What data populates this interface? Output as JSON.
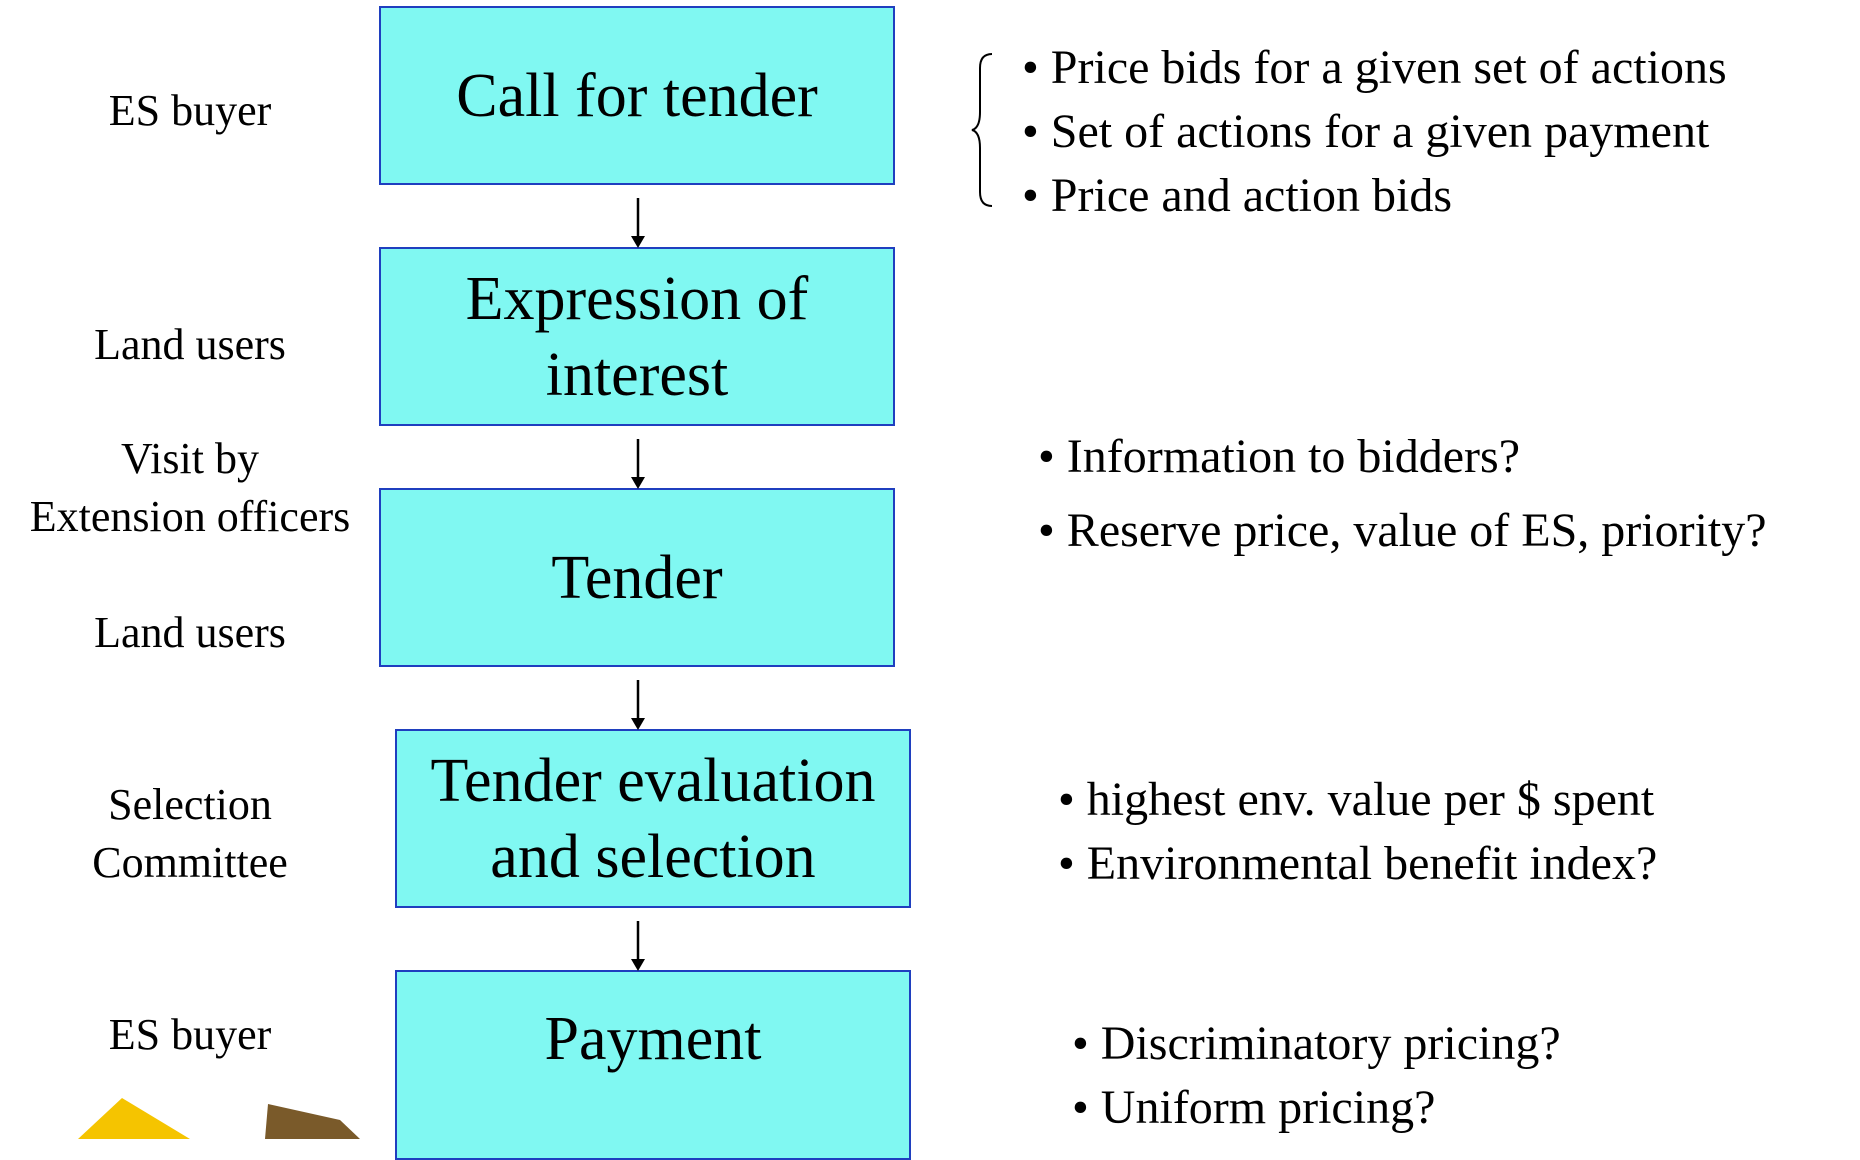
{
  "steps": [
    {
      "title": "Call for tender"
    },
    {
      "title": "Expression of\ninterest"
    },
    {
      "title": "Tender"
    },
    {
      "title": "Tender evaluation\nand selection"
    },
    {
      "title": "Payment"
    }
  ],
  "roles": [
    {
      "text": "ES buyer"
    },
    {
      "text": "Land users"
    },
    {
      "text": "Visit by\nExtension officers"
    },
    {
      "text": "Land users"
    },
    {
      "text": "Selection\nCommittee"
    },
    {
      "text": "ES buyer"
    }
  ],
  "notes": {
    "call_for_tender": [
      "• Price bids for a given set of actions",
      "• Set of actions for a given payment",
      "• Price and action bids"
    ],
    "tender": [
      "• Information to bidders?",
      "• Reserve price, value of ES, priority?"
    ],
    "evaluation": [
      "• highest env. value per $ spent",
      "• Environmental benefit index?"
    ],
    "payment": [
      "• Discriminatory pricing?",
      "• Uniform pricing?"
    ]
  },
  "colors": {
    "box_fill": "#80f8f2",
    "box_border": "#1f3fbf",
    "decoration_yellow": "#f5c400",
    "decoration_brown": "#7a5a2a"
  }
}
